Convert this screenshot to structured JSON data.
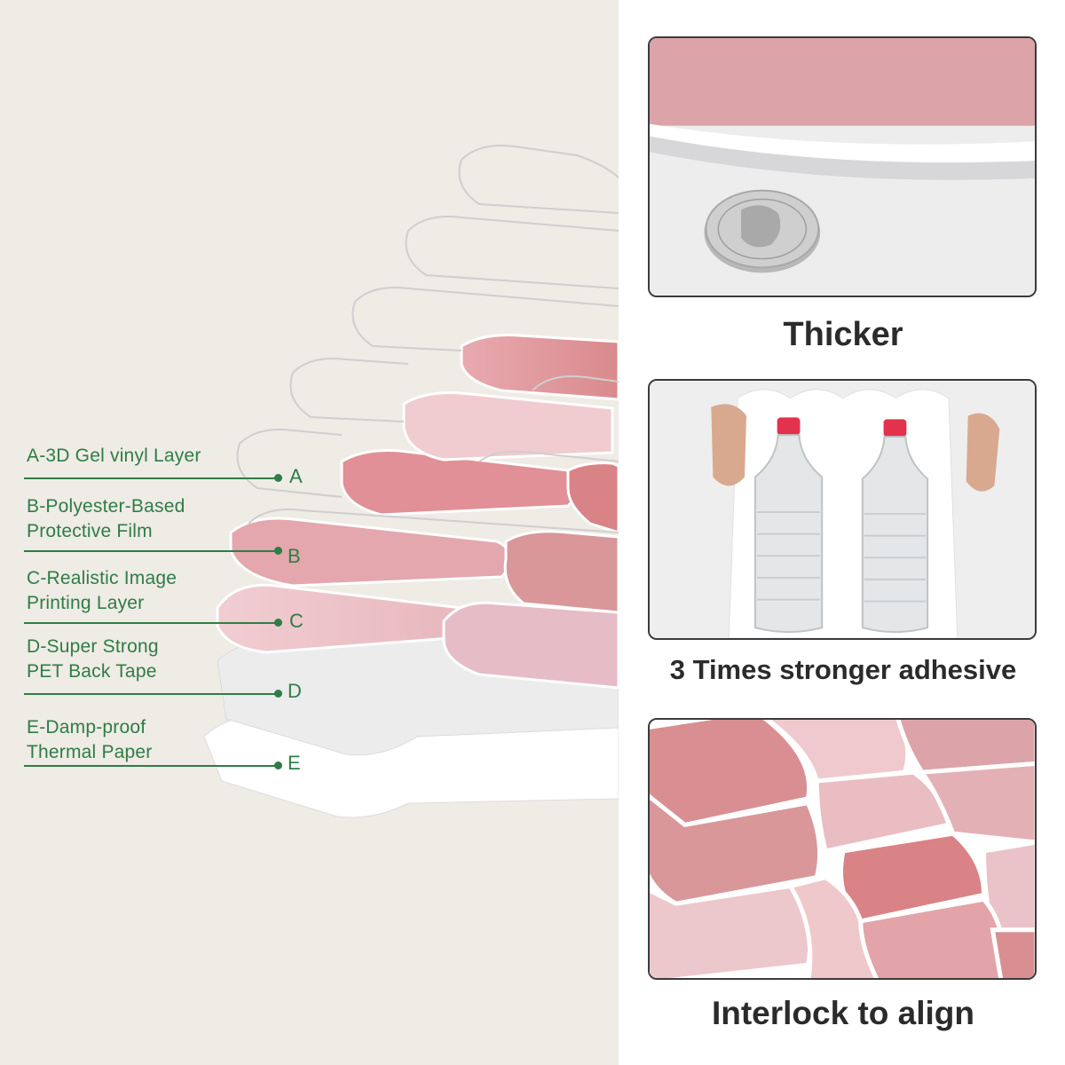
{
  "layers": [
    {
      "letter": "A",
      "label_lines": [
        "A-3D Gel vinyl Layer"
      ]
    },
    {
      "letter": "B",
      "label_lines": [
        "B-Polyester-Based",
        "Protective Film"
      ]
    },
    {
      "letter": "C",
      "label_lines": [
        "C-Realistic Image",
        "Printing Layer"
      ]
    },
    {
      "letter": "D",
      "label_lines": [
        "D-Super Strong",
        "PET Back Tape"
      ]
    },
    {
      "letter": "E",
      "label_lines": [
        "E-Damp-proof",
        "Thermal Paper"
      ]
    }
  ],
  "features": [
    {
      "caption": "Thicker",
      "icon": "coin-on-tile-photo"
    },
    {
      "caption": "3 Times stronger adhesive",
      "icon": "bottles-hanging-photo"
    },
    {
      "caption": "Interlock to align",
      "icon": "interlocking-tiles-photo"
    }
  ],
  "colors": {
    "label_green": "#2e7d46",
    "panel_bg": "#efebe5",
    "tile_pink_dark": "#d98a8c",
    "tile_pink_light": "#efc8cc",
    "caption_text": "#2b2b2b"
  }
}
